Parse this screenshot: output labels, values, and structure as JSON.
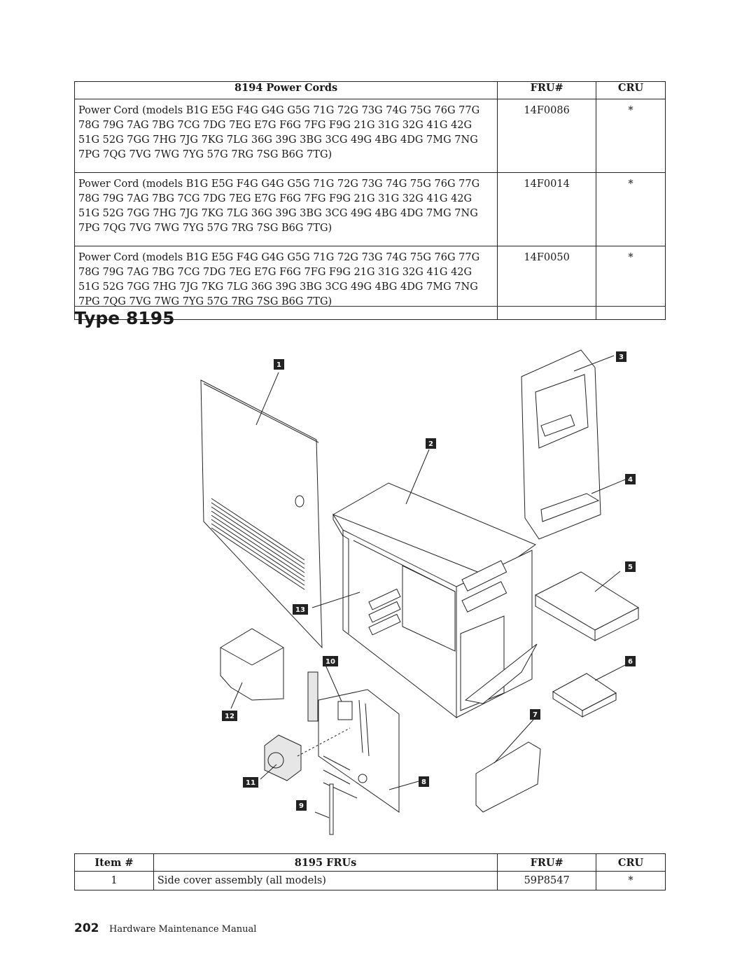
{
  "power_table": {
    "headers": [
      "8194 Power Cords",
      "FRU#",
      "CRU"
    ],
    "rows": [
      {
        "description": "Power Cord (models B1G E5G F4G G4G G5G 71G 72G 73G 74G 75G 76G 77G 78G 79G 7AG 7BG 7CG 7DG 7EG E7G F6G 7FG F9G 21G 31G 32G 41G 42G 51G 52G 7GG 7HG 7JG 7KG 7LG 36G 39G 3BG 3CG 49G 4BG 4DG 7MG 7NG 7PG 7QG 7VG 7WG 7YG 57G 7RG 7SG B6G 7TG)",
        "fru": "14F0086",
        "cru": "*"
      },
      {
        "description": "Power Cord (models B1G E5G F4G G4G G5G 71G 72G 73G 74G 75G 76G 77G 78G 79G 7AG 7BG 7CG 7DG 7EG E7G F6G 7FG F9G 21G 31G 32G 41G 42G 51G 52G 7GG 7HG 7JG 7KG 7LG 36G 39G 3BG 3CG 49G 4BG 4DG 7MG 7NG 7PG 7QG 7VG 7WG 7YG 57G 7RG 7SG B6G 7TG)",
        "fru": "14F0014",
        "cru": "*"
      },
      {
        "description": "Power Cord (models B1G E5G F4G G4G G5G 71G 72G 73G 74G 75G 76G 77G 78G 79G 7AG 7BG 7CG 7DG 7EG E7G F6G 7FG F9G 21G 31G 32G 41G 42G 51G 52G 7GG 7HG 7JG 7KG 7LG 36G 39G 3BG 3CG 49G 4BG 4DG 7MG 7NG 7PG 7QG 7VG 7WG 7YG 57G 7RG 7SG B6G 7TG)",
        "fru": "14F0050",
        "cru": "*"
      }
    ]
  },
  "section_title": "Type 8195",
  "diagram": {
    "callouts": [
      "1",
      "2",
      "3",
      "4",
      "5",
      "6",
      "7",
      "8",
      "9",
      "10",
      "11",
      "12",
      "13"
    ]
  },
  "fru_table": {
    "headers": [
      "Item #",
      "8195 FRUs",
      "FRU#",
      "CRU"
    ],
    "rows": [
      {
        "item": "1",
        "description": "Side cover assembly (all models)",
        "fru": "59P8547",
        "cru": "*"
      }
    ]
  },
  "footer": {
    "page_number": "202",
    "manual_title": "Hardware Maintenance Manual"
  }
}
